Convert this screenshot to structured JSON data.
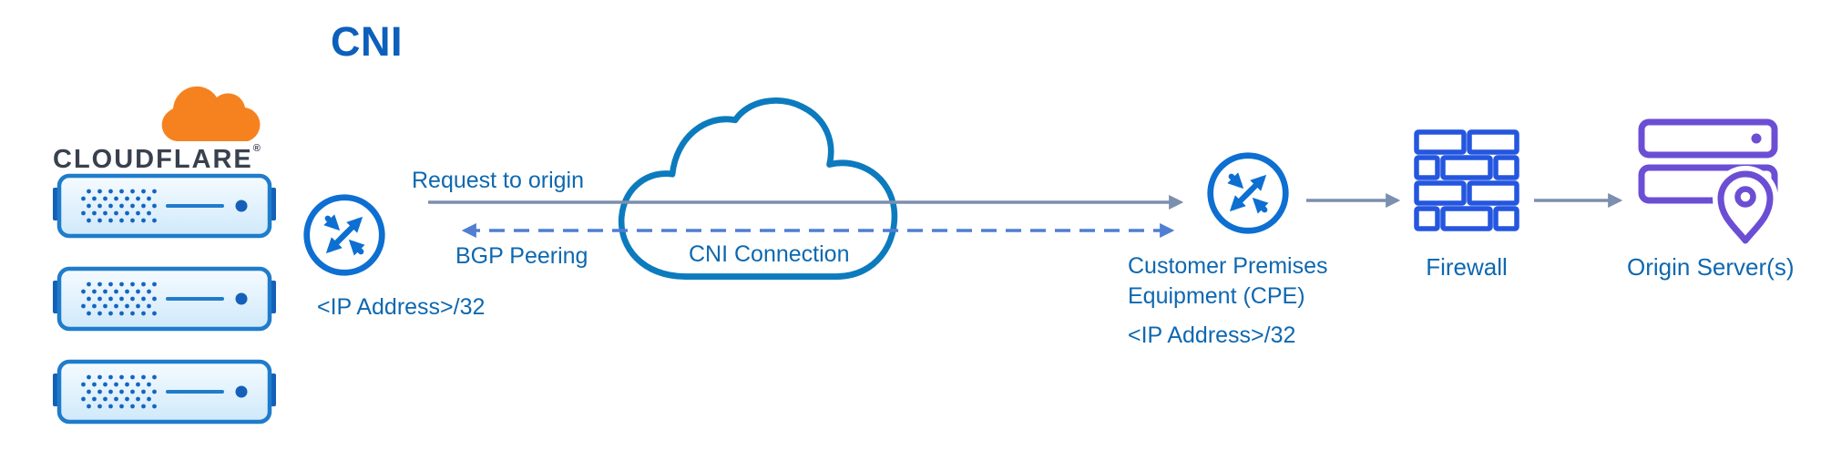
{
  "title": "CNI",
  "cloudflare": {
    "wordmark": "CLOUDFLARE",
    "registered_mark": "®"
  },
  "edge_router": {
    "ip": "<IP Address>/32"
  },
  "flows": {
    "request_to_origin": "Request to origin",
    "bgp_peering": "BGP Peering",
    "cni_connection": "CNI Connection"
  },
  "cpe": {
    "name_line1": "Customer Premises",
    "name_line2": "Equipment (CPE)",
    "ip": "<IP Address>/32"
  },
  "firewall": {
    "label": "Firewall"
  },
  "origin": {
    "label": "Origin Server(s)"
  },
  "colors": {
    "cloudflare_orange": "#F6821F",
    "cloudflare_orange_light": "#FBAD41",
    "label_blue": "#0E68B0",
    "router_blue": "#0D6FD1",
    "server_blue": "#1F7CCB",
    "cloud_outline_blue": "#0C7BBE",
    "firewall_blue": "#2456DF",
    "origin_purple": "#6C4ED4",
    "arrow_slate": "#7B8FAE",
    "arrow_dashed_blue": "#4F7ED2"
  }
}
